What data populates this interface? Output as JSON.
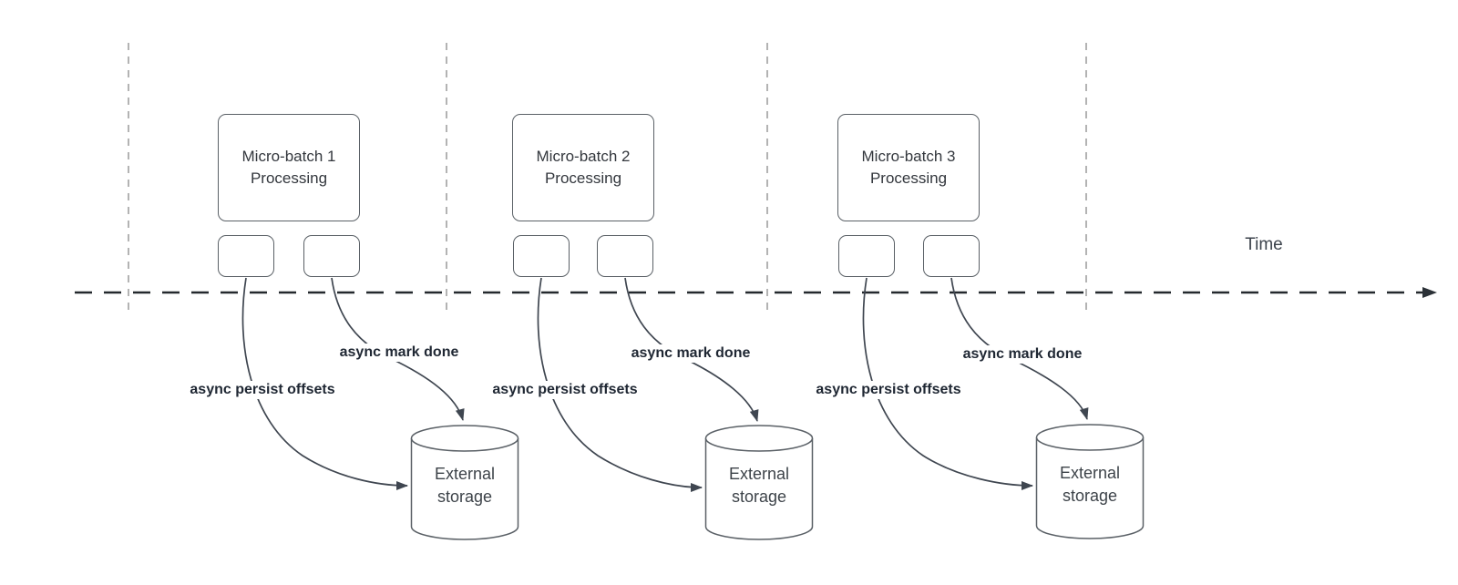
{
  "timeline": {
    "label": "Time"
  },
  "batches": [
    {
      "processing_label": "Micro-batch 1 Processing",
      "persist_label": "async persist offsets",
      "mark_done_label": "async mark done",
      "storage_label": "External storage"
    },
    {
      "processing_label": "Micro-batch 2 Processing",
      "persist_label": "async persist offsets",
      "mark_done_label": "async mark done",
      "storage_label": "External storage"
    },
    {
      "processing_label": "Micro-batch 3 Processing",
      "persist_label": "async persist offsets",
      "mark_done_label": "async mark done",
      "storage_label": "External storage"
    }
  ],
  "colors": {
    "background": "#ffffff",
    "shape_border": "#5a6066",
    "shape_text": "#33373d",
    "connector": "#3f4650",
    "annotation_text": "#1f2733",
    "timeline_line": "#24292e",
    "guide_line": "#b3b3b3"
  }
}
